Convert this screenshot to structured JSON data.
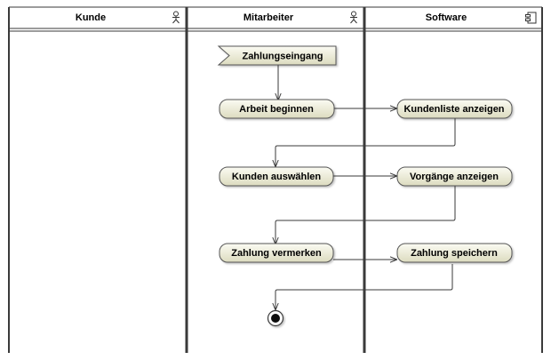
{
  "diagram": {
    "lanes": [
      {
        "label": "Kunde",
        "icon": "actor-icon"
      },
      {
        "label": "Mitarbeiter",
        "icon": "actor-icon"
      },
      {
        "label": "Software",
        "icon": "component-icon"
      }
    ],
    "signal": {
      "label": "Zahlungseingang"
    },
    "actions": [
      {
        "id": "a1",
        "label": "Arbeit beginnen"
      },
      {
        "id": "a2",
        "label": "Kundenliste anzeigen"
      },
      {
        "id": "a3",
        "label": "Kunden auswählen"
      },
      {
        "id": "a4",
        "label": "Vorgänge anzeigen"
      },
      {
        "id": "a5",
        "label": "Zahlung vermerken"
      },
      {
        "id": "a6",
        "label": "Zahlung speichern"
      }
    ],
    "final_node": "activity-final",
    "colors": {
      "action_fill_top": "#fafaf0",
      "action_fill_bottom": "#deddc2",
      "stroke": "#545454",
      "lane_line": "#3a3a3a"
    }
  }
}
